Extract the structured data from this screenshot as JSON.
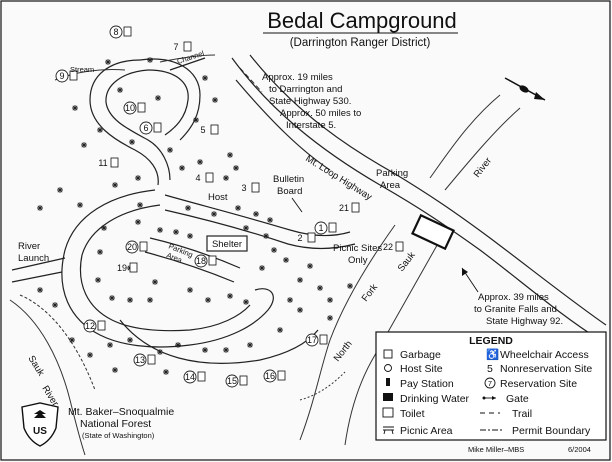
{
  "title": "Bedal Campground",
  "subtitle": "(Darrington Ranger District)",
  "labels": {
    "stream": "Stream",
    "channel": "Channel",
    "river_launch_1": "River",
    "river_launch_2": "Launch",
    "bulletin_1": "Bulletin",
    "bulletin_2": "Board",
    "host": "Host",
    "shelter": "Shelter",
    "parking_area": "Parking",
    "parking_area2": "Area",
    "parking_top_1": "Parking",
    "parking_top_2": "Area",
    "picnic_1": "Picnic Sites",
    "picnic_2": "Only",
    "mt_loop_highway": "Mt. Loop Highway",
    "river_upper": "River",
    "sauk": "Sauk",
    "fork": "Fork",
    "north": "North",
    "sauk_river_1": "Sauk",
    "sauk_river_2": "River",
    "dir_top_1": "Approx. 19 miles",
    "dir_top_2": "to Darrington and",
    "dir_top_3": "State Highway 530.",
    "dir_top_4": "Approx. 50 miles to",
    "dir_top_5": "Interstate 5.",
    "dir_bot_1": "Approx. 39 miles",
    "dir_bot_2": "to Granite Falls and",
    "dir_bot_3": "State Highway 92.",
    "forest_1": "Mt. Baker–Snoqualmie",
    "forest_2": "National Forest",
    "forest_3": "(State of Washington)",
    "credit": "Mike Miller–MBS",
    "date": "6/2004",
    "usfs_logo": "US"
  },
  "sites": [
    {
      "n": "1"
    },
    {
      "n": "2"
    },
    {
      "n": "3"
    },
    {
      "n": "4"
    },
    {
      "n": "5"
    },
    {
      "n": "6"
    },
    {
      "n": "7"
    },
    {
      "n": "8"
    },
    {
      "n": "9"
    },
    {
      "n": "10"
    },
    {
      "n": "11"
    },
    {
      "n": "12"
    },
    {
      "n": "13"
    },
    {
      "n": "14"
    },
    {
      "n": "15"
    },
    {
      "n": "16"
    },
    {
      "n": "17"
    },
    {
      "n": "18"
    },
    {
      "n": "19"
    },
    {
      "n": "20"
    },
    {
      "n": "21"
    },
    {
      "n": "22"
    }
  ],
  "legend": {
    "title": "LEGEND",
    "items": [
      {
        "label": "Garbage"
      },
      {
        "label": "Host Site"
      },
      {
        "label": "Pay Station"
      },
      {
        "label": "Drinking Water"
      },
      {
        "label": "Toilet"
      },
      {
        "label": "Picnic Area"
      },
      {
        "label": "Wheelchair Access"
      },
      {
        "label": "Nonreservation Site",
        "sym": "5"
      },
      {
        "label": "Reservation Site",
        "sym": "7"
      },
      {
        "label": "Gate"
      },
      {
        "label": "Trail"
      },
      {
        "label": "Permit Boundary"
      }
    ]
  }
}
